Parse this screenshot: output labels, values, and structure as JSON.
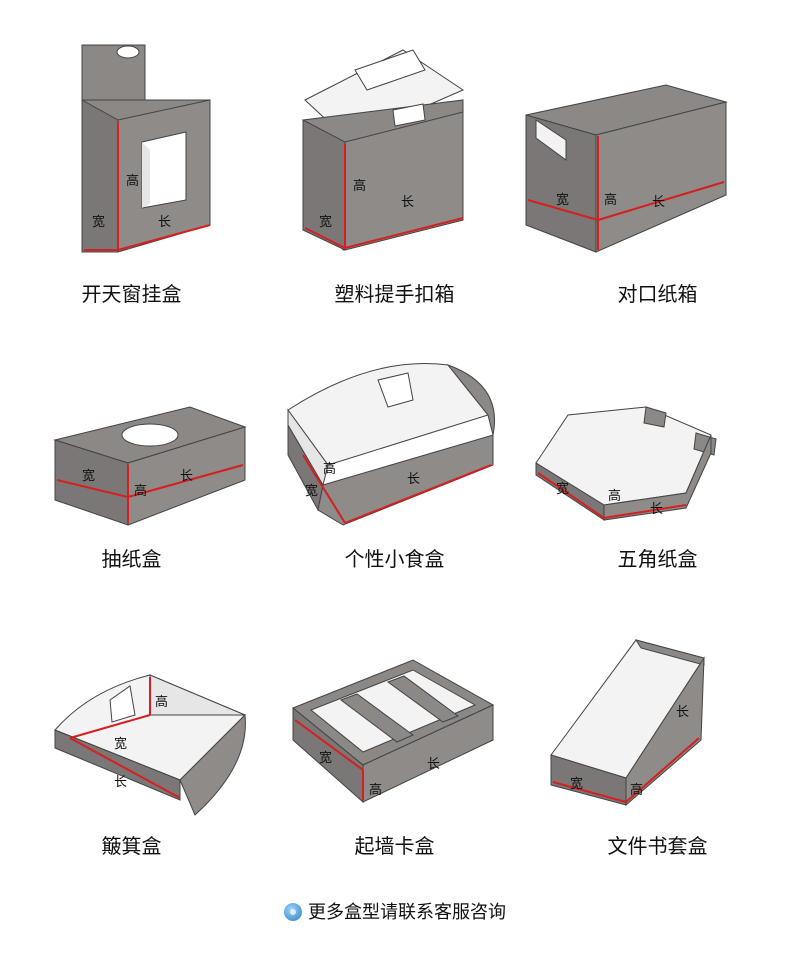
{
  "boxes": [
    {
      "name": "开天窗挂盒",
      "labels": {
        "height": "高",
        "width": "宽",
        "length": "长"
      }
    },
    {
      "name": "塑料提手扣箱",
      "labels": {
        "height": "高",
        "width": "宽",
        "length": "长"
      }
    },
    {
      "name": "对口纸箱",
      "labels": {
        "height": "高",
        "width": "宽",
        "length": "长"
      }
    },
    {
      "name": "抽纸盒",
      "labels": {
        "height": "高",
        "width": "宽",
        "length": "长"
      }
    },
    {
      "name": "个性小食盒",
      "labels": {
        "height": "高",
        "width": "宽",
        "length": "长"
      }
    },
    {
      "name": "五角纸盒",
      "labels": {
        "height": "高",
        "width": "宽",
        "length": "长"
      }
    },
    {
      "name": "簸箕盒",
      "labels": {
        "height": "高",
        "width": "宽",
        "length": "长"
      }
    },
    {
      "name": "起墙卡盒",
      "labels": {
        "height": "高",
        "width": "宽",
        "length": "长"
      }
    },
    {
      "name": "文件书套盒",
      "labels": {
        "height": "高",
        "width": "宽",
        "length": "长"
      }
    }
  ],
  "footer": {
    "text": "更多盒型请联系客服咨询",
    "icon": "info-bubble-icon"
  },
  "colors": {
    "box_fill": "#8b8886",
    "box_dark": "#6f6c6a",
    "box_light": "#f3f3f3",
    "edge_red": "#d61f1f"
  }
}
